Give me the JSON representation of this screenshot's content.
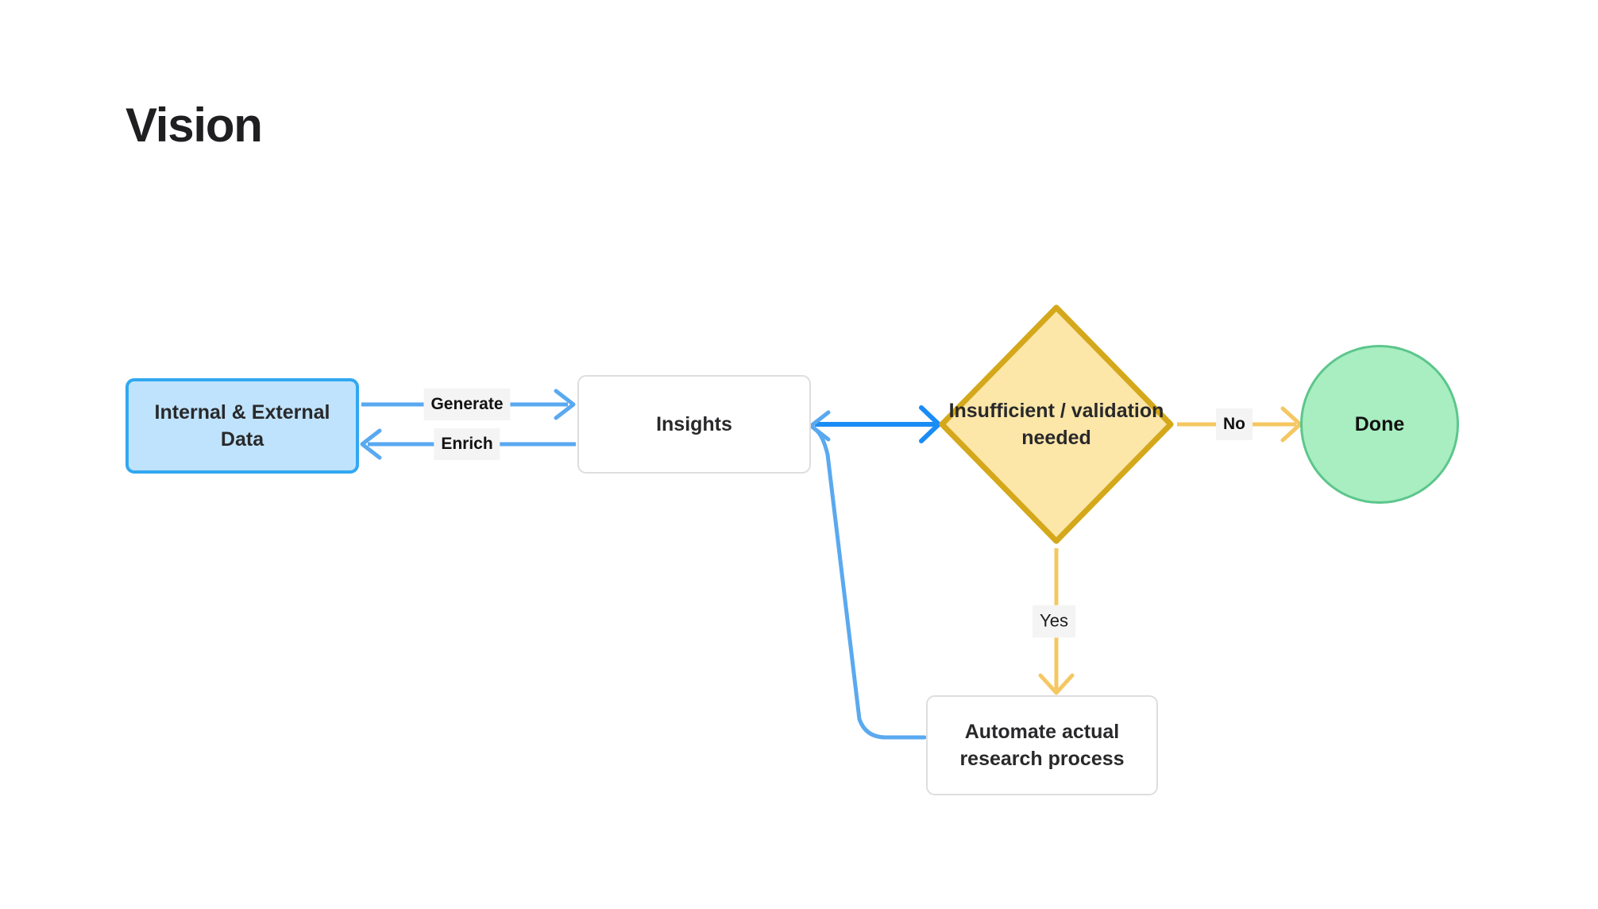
{
  "page": {
    "title": "Vision",
    "background": "#ffffff"
  },
  "palette": {
    "title_color": "#1f1f21",
    "data_node_fill": "#bfe3fc",
    "data_node_border": "#31a8f0",
    "process_node_fill": "#ffffff",
    "process_node_border": "#dedede",
    "decision_fill": "#fce6a8",
    "decision_border": "#d4a81a",
    "terminal_fill": "#a8eec0",
    "terminal_border": "#5cc68c",
    "edge_blue_light": "#5aa9f0",
    "edge_blue_strong": "#1a8cf5",
    "edge_amber": "#f5c762",
    "label_chip_bg": "#f4f4f4",
    "label_text": "#121212"
  },
  "diagram": {
    "type": "flowchart",
    "nodes": [
      {
        "id": "data",
        "label": "Internal & External Data",
        "shape": "rounded-rectangle",
        "fill": "#bfe3fc",
        "border": "#31a8f0"
      },
      {
        "id": "insights",
        "label": "Insights",
        "shape": "rounded-rectangle",
        "fill": "#ffffff",
        "border": "#dedede"
      },
      {
        "id": "decision",
        "label": "Insufficient / validation needed",
        "label_lines": [
          "Insufficient",
          "/ validation",
          "needed"
        ],
        "shape": "diamond",
        "fill": "#fce6a8",
        "border": "#d4a81a"
      },
      {
        "id": "done",
        "label": "Done",
        "shape": "circle",
        "fill": "#a8eec0",
        "border": "#5cc68c"
      },
      {
        "id": "automate",
        "label": "Automate actual research process",
        "label_lines": [
          "Automate actual",
          "research process"
        ],
        "shape": "rounded-rectangle",
        "fill": "#ffffff",
        "border": "#dedede"
      }
    ],
    "edges": [
      {
        "id": "data-to-insights",
        "from": "data",
        "to": "insights",
        "label": "Generate",
        "color": "#5aa9f0",
        "style": "straight",
        "bold_label": true
      },
      {
        "id": "insights-to-data",
        "from": "insights",
        "to": "data",
        "label": "Enrich",
        "color": "#5aa9f0",
        "style": "straight",
        "bold_label": true
      },
      {
        "id": "insights-to-decision",
        "from": "insights",
        "to": "decision",
        "label": "",
        "color": "#1a8cf5",
        "style": "straight",
        "bold_label": false
      },
      {
        "id": "decision-to-done",
        "from": "decision",
        "to": "done",
        "label": "No",
        "color": "#f5c762",
        "style": "straight",
        "bold_label": true
      },
      {
        "id": "decision-to-automate",
        "from": "decision",
        "to": "automate",
        "label": "Yes",
        "color": "#f5c762",
        "style": "straight",
        "bold_label": false
      },
      {
        "id": "automate-to-insights",
        "from": "automate",
        "to": "insights",
        "label": "",
        "color": "#5aa9f0",
        "style": "curved",
        "bold_label": false
      }
    ]
  }
}
